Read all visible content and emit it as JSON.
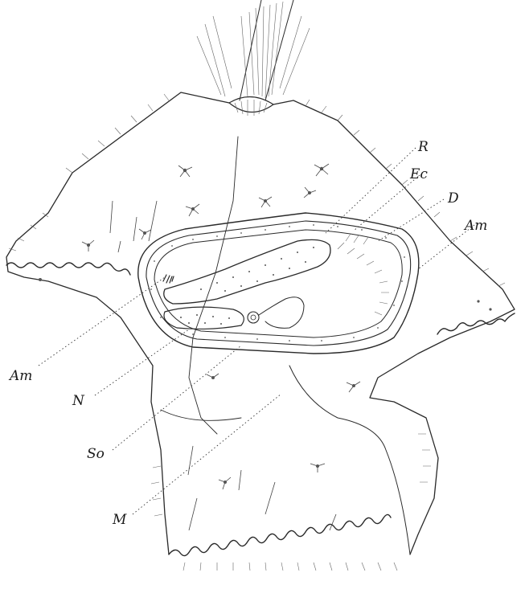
{
  "figure": {
    "labels": {
      "R": "R",
      "Ec": "Ec",
      "D": "D",
      "Am_right": "Am",
      "Am_left": "Am",
      "N": "N",
      "So": "So",
      "M": "M"
    }
  }
}
